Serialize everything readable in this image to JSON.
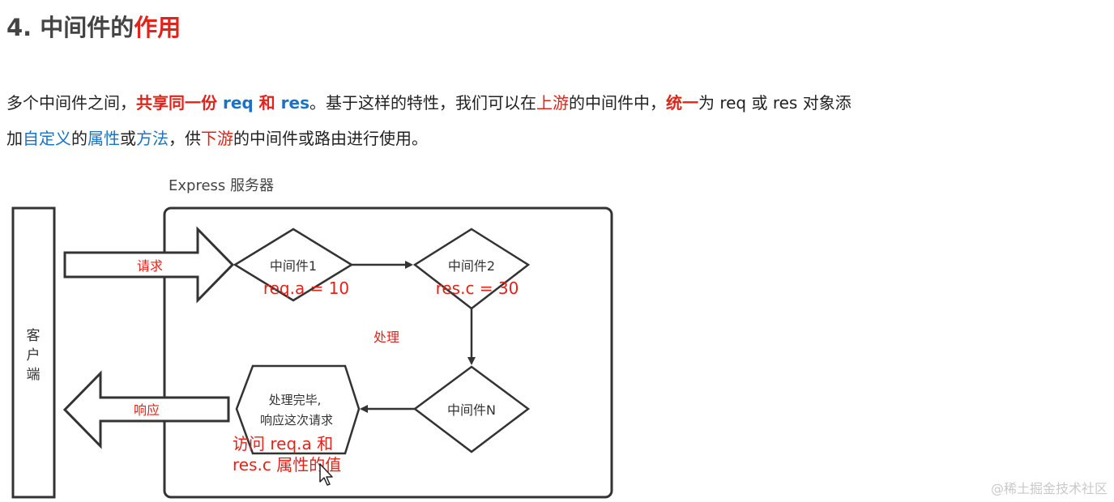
{
  "heading": {
    "prefix": "4. 中间件的",
    "highlight": "作用"
  },
  "paragraph": {
    "line1": {
      "t1": "多个中间件之间，",
      "t2": "共享同一份",
      "t3": " req ",
      "t4": "和",
      "t5": " res",
      "t6": "。基于这样的特性，我们可以在",
      "t7": "上游",
      "t8": "的中间件中，",
      "t9": "统一",
      "t10": "为 req 或 res 对象添"
    },
    "line2": {
      "t1": "加",
      "t2": "自定义",
      "t3": "的",
      "t4": "属性",
      "t5": "或",
      "t6": "方法",
      "t7": "，供",
      "t8": "下游",
      "t9": "的中间件或路由进行使用。"
    }
  },
  "diagram": {
    "server_label": "Express 服务器",
    "client_label": [
      "客",
      "户",
      "端"
    ],
    "request_label": "请求",
    "response_label": "响应",
    "process_label": "处理",
    "middleware1": {
      "label": "中间件1",
      "note": "req.a = 10"
    },
    "middleware2": {
      "label": "中间件2",
      "note": "res.c = 30"
    },
    "middlewareN": {
      "label": "中间件N"
    },
    "finish": {
      "line1": "处理完毕,",
      "line2": "响应这次请求",
      "note1": "访问 req.a 和",
      "note2": "res.c 属性的值"
    }
  },
  "watermark": "@稀土掘金技术社区",
  "colors": {
    "red": "#e2231a",
    "blue": "#1a72c9",
    "text": "#222222",
    "stroke": "#333333"
  }
}
